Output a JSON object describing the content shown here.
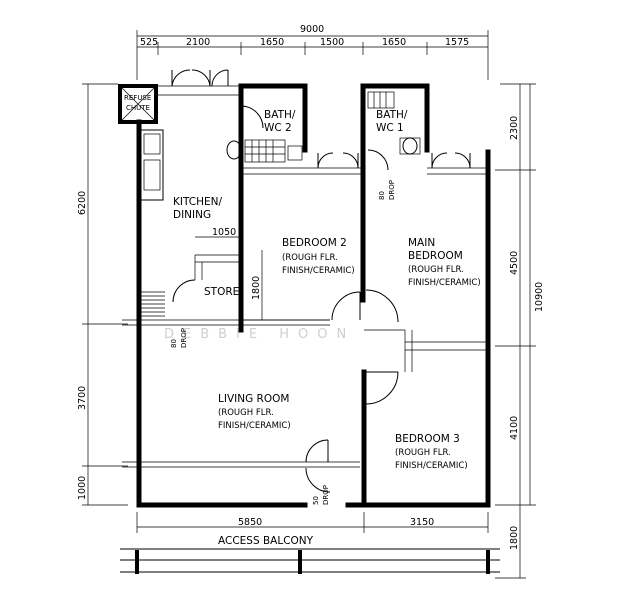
{
  "dimensions": {
    "top_overall": "9000",
    "top_segments": [
      "525",
      "2100",
      "1650",
      "1500",
      "1650",
      "1575"
    ],
    "left": [
      "6200",
      "3700",
      "1000"
    ],
    "right_overall": "10900",
    "right": [
      "2300",
      "4500",
      "4100",
      "1800"
    ],
    "bottom": [
      "5850",
      "3150"
    ],
    "store_width": "1050",
    "store_height": "1800"
  },
  "rooms": {
    "refuse_chute": [
      "REFUSE",
      "CHUTE"
    ],
    "bath_wc2": [
      "BATH/",
      "WC 2"
    ],
    "bath_wc1": [
      "BATH/",
      "WC 1"
    ],
    "kitchen": [
      "KITCHEN/",
      "DINING"
    ],
    "bedroom2": [
      "BEDROOM 2",
      "(ROUGH FLR.",
      "FINISH/CERAMIC)"
    ],
    "main_bedroom": [
      "MAIN",
      "BEDROOM",
      "(ROUGH FLR.",
      "FINISH/CERAMIC)"
    ],
    "store": "STORE",
    "living": [
      "LIVING ROOM",
      "(ROUGH FLR.",
      "FINISH/CERAMIC)"
    ],
    "bedroom3": [
      "BEDROOM 3",
      "(ROUGH FLR.",
      "FINISH/CERAMIC)"
    ]
  },
  "drops": {
    "main_bedroom_drop": [
      "80",
      "DROP"
    ],
    "living_drop": [
      "80",
      "DROP"
    ],
    "entrance_drop": [
      "50",
      "DROP"
    ]
  },
  "access_balcony": "ACCESS BALCONY",
  "watermark": "DEBBIE HOON"
}
